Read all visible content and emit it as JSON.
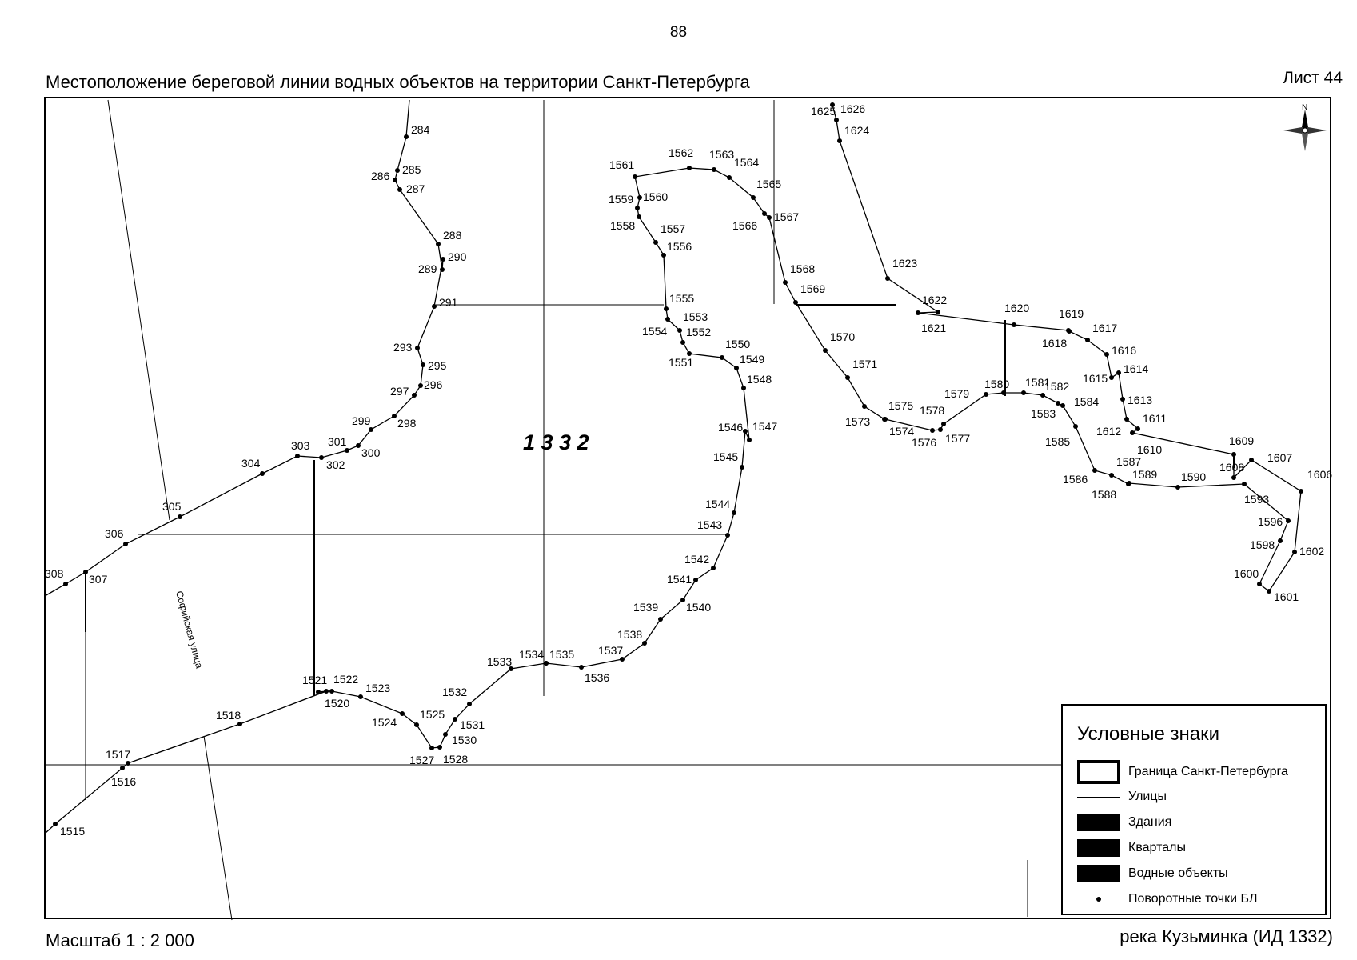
{
  "page_number": "88",
  "title": "Местоположение береговой линии водных объектов на территории Санкт-Петербурга",
  "sheet": "Лист 44",
  "scale": "Масштаб 1 : 2 000",
  "river": "река Кузьминка (ИД 1332)",
  "map_label": "1 3 3 2",
  "street_label": "Софийская улица",
  "north_label": "N",
  "legend": {
    "title": "Условные знаки",
    "items": [
      {
        "symbol": "border",
        "label": "Граница Санкт-Петербурга"
      },
      {
        "symbol": "street",
        "label": "Улицы"
      },
      {
        "symbol": "building",
        "label": "Здания"
      },
      {
        "symbol": "block",
        "label": "Кварталы"
      },
      {
        "symbol": "water",
        "label": "Водные объекты"
      },
      {
        "symbol": "dot",
        "label": "Поворотные точки БЛ"
      }
    ]
  },
  "point_labels": [
    "284",
    "285",
    "286",
    "287",
    "288",
    "289",
    "290",
    "291",
    "293",
    "295",
    "296",
    "297",
    "298",
    "299",
    "300",
    "301",
    "302",
    "303",
    "304",
    "305",
    "306",
    "307",
    "308",
    "1515",
    "1516",
    "1517",
    "1518",
    "1520",
    "1521",
    "1522",
    "1523",
    "1524",
    "1525",
    "1527",
    "1528",
    "1530",
    "1531",
    "1532",
    "1533",
    "1534",
    "1535",
    "1536",
    "1537",
    "1538",
    "1539",
    "1540",
    "1541",
    "1542",
    "1543",
    "1544",
    "1545",
    "1546",
    "1547",
    "1548",
    "1549",
    "1550",
    "1551",
    "1552",
    "1553",
    "1554",
    "1555",
    "1556",
    "1557",
    "1558",
    "1559",
    "1560",
    "1561",
    "1562",
    "1563",
    "1564",
    "1565",
    "1566",
    "1567",
    "1568",
    "1569",
    "1570",
    "1571",
    "1573",
    "1574",
    "1575",
    "1576",
    "1577",
    "1578",
    "1579",
    "1580",
    "1581",
    "1582",
    "1583",
    "1584",
    "1585",
    "1586",
    "1587",
    "1588",
    "1589",
    "1590",
    "1593",
    "1596",
    "1598",
    "1600",
    "1601",
    "1602",
    "1606",
    "1607",
    "1608",
    "1609",
    "1610",
    "1611",
    "1612",
    "1613",
    "1614",
    "1615",
    "1616",
    "1617",
    "1618",
    "1619",
    "1620",
    "1621",
    "1622",
    "1623",
    "1624",
    "1625",
    "1626"
  ]
}
